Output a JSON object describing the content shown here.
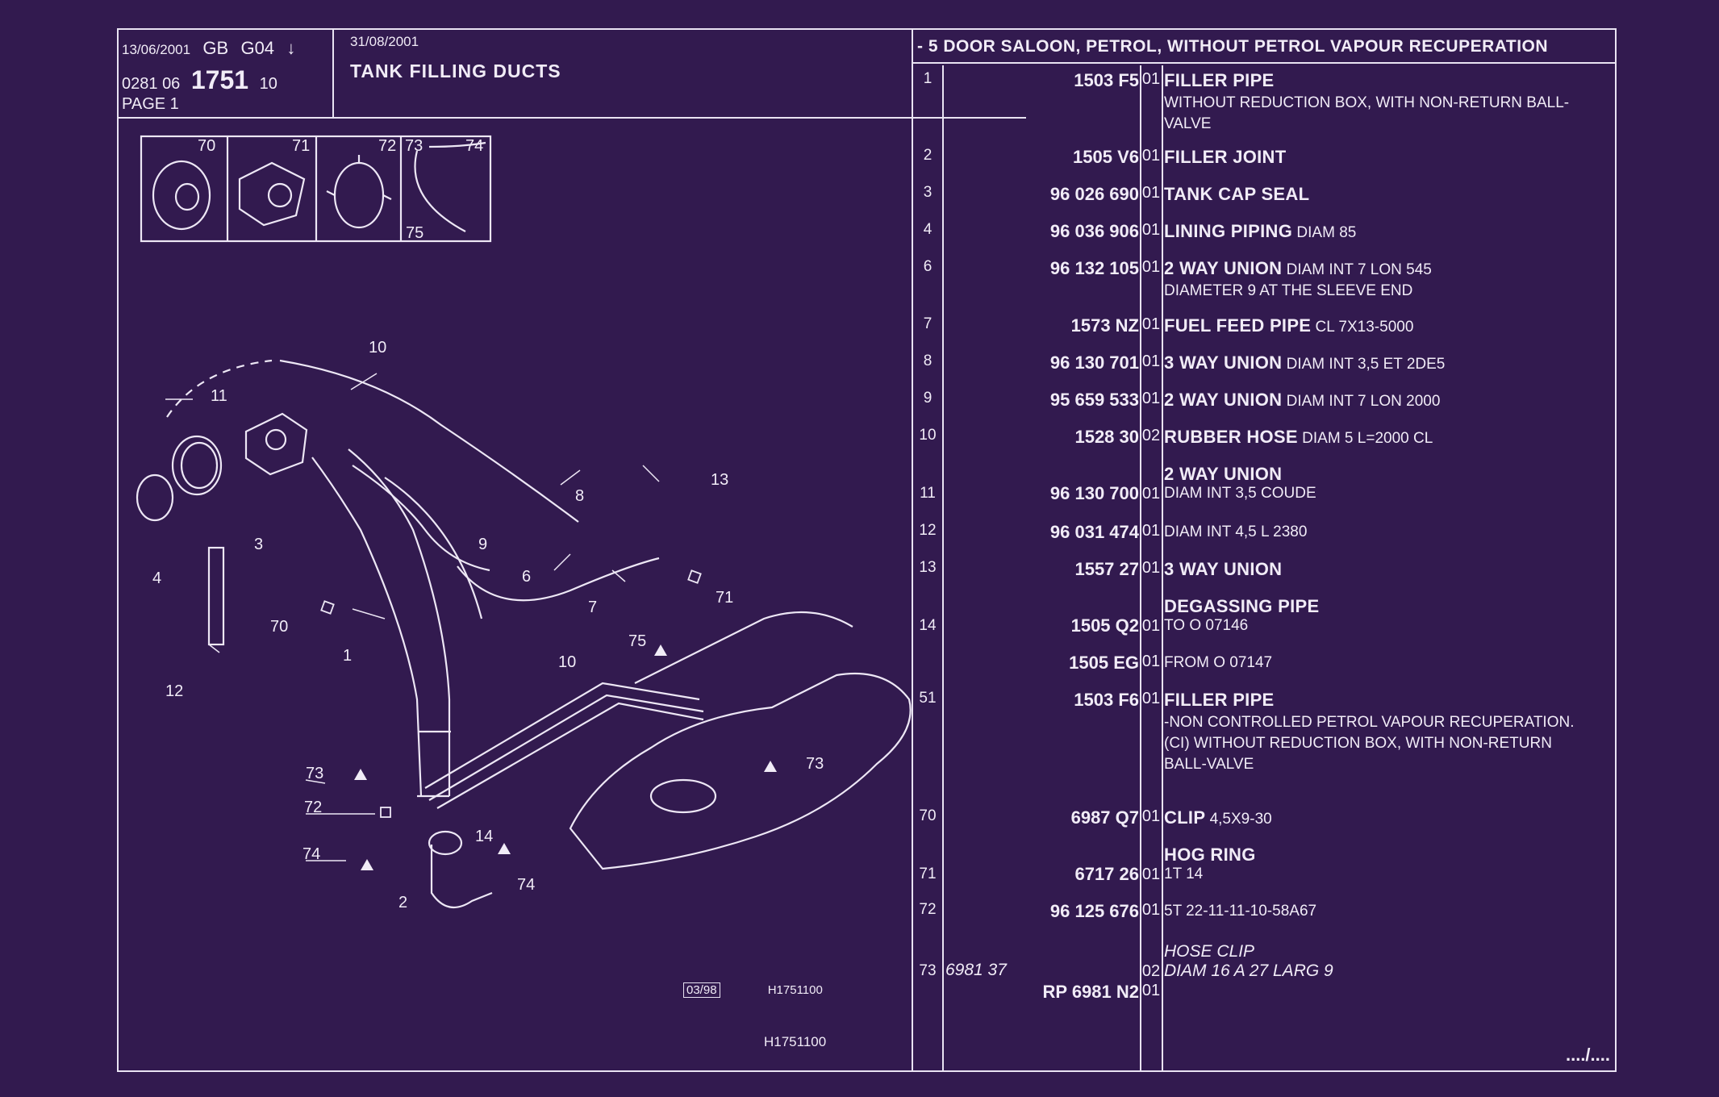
{
  "header": {
    "date1": "13/06/2001",
    "country": "GB",
    "group": "G04",
    "arrow": "↓",
    "ref_a": "0281",
    "ref_b": "06",
    "ref_main": "1751",
    "ref_c": "10",
    "page": "PAGE  1"
  },
  "title": {
    "date": "31/08/2001",
    "text": "TANK FILLING DUCTS"
  },
  "variant": "- 5 DOOR SALOON, PETROL, WITHOUT PETROL VAPOUR RECUPERATION",
  "parts": [
    {
      "ref": "1",
      "part": "1503 F5",
      "qty": "01",
      "name": "FILLER PIPE",
      "desc": "",
      "sub": "WITHOUT REDUCTION BOX, WITH NON-RETURN BALL-VALVE"
    },
    {
      "ref": "2",
      "part": "1505 V6",
      "qty": "01",
      "name": "FILLER JOINT",
      "desc": "",
      "sub": ""
    },
    {
      "ref": "3",
      "part": "96 026 690",
      "qty": "01",
      "name": "TANK CAP SEAL",
      "desc": "",
      "sub": ""
    },
    {
      "ref": "4",
      "part": "96 036 906",
      "qty": "01",
      "name": "LINING PIPING",
      "desc": " DIAM 85",
      "sub": ""
    },
    {
      "ref": "6",
      "part": "96 132 105",
      "qty": "01",
      "name": "2 WAY UNION",
      "desc": " DIAM INT 7 LON 545",
      "sub": "DIAMETER 9 AT THE SLEEVE END"
    },
    {
      "ref": "7",
      "part": "1573 NZ",
      "qty": "01",
      "name": "FUEL FEED PIPE",
      "desc": " CL 7X13-5000",
      "sub": ""
    },
    {
      "ref": "8",
      "part": "96 130 701",
      "qty": "01",
      "name": "3 WAY UNION",
      "desc": " DIAM INT 3,5 ET 2DE5",
      "sub": ""
    },
    {
      "ref": "9",
      "part": "95 659 533",
      "qty": "01",
      "name": "2 WAY UNION",
      "desc": " DIAM INT 7 LON 2000",
      "sub": ""
    },
    {
      "ref": "10",
      "part": "1528 30",
      "qty": "02",
      "name": "RUBBER HOSE",
      "desc": " DIAM 5 L=2000 CL",
      "sub": ""
    },
    {
      "ref": "11",
      "part": "96 130 700",
      "qty": "01",
      "heading": "2 WAY UNION",
      "name": "",
      "desc": "DIAM INT 3,5 COUDE",
      "sub": ""
    },
    {
      "ref": "12",
      "part": "96 031 474",
      "qty": "01",
      "name": "",
      "desc": "DIAM INT 4,5 L 2380",
      "sub": ""
    },
    {
      "ref": "13",
      "part": "1557 27",
      "qty": "01",
      "name": "3 WAY UNION",
      "desc": "",
      "sub": ""
    },
    {
      "ref": "14",
      "part": "1505 Q2",
      "qty": "01",
      "heading": "DEGASSING PIPE",
      "name": "",
      "desc": "TO  O  07146",
      "sub": ""
    },
    {
      "ref": "",
      "part": "1505 EG",
      "qty": "01",
      "name": "",
      "desc": "FROM  O  07147",
      "sub": ""
    },
    {
      "ref": "51",
      "part": "1503 F6",
      "qty": "01",
      "name": "FILLER PIPE",
      "desc": "",
      "sub": "-NON CONTROLLED PETROL VAPOUR RECUPERATION. (CI) WITHOUT REDUCTION BOX, WITH NON-RETURN BALL-VALVE"
    },
    {
      "ref": "70",
      "part": "6987 Q7",
      "qty": "01",
      "name": "CLIP",
      "desc": " 4,5X9-30",
      "sub": ""
    },
    {
      "ref": "71",
      "part": "6717 26",
      "qty": "01",
      "heading": "HOG RING",
      "name": "",
      "desc": "1T 14",
      "sub": ""
    },
    {
      "ref": "72",
      "part": "96 125 676",
      "qty": "01",
      "name": "",
      "desc": "5T 22-11-11-10-58A67",
      "sub": ""
    },
    {
      "ref": "73",
      "part_italic": "6981 37",
      "part": "",
      "qty": "02",
      "heading_italic": "HOSE CLIP",
      "name": "",
      "desc_italic": "DIAM 16 A 27 LARG 9",
      "sub": ""
    },
    {
      "ref": "",
      "part": "RP  6981 N2",
      "qty": "01",
      "name": "",
      "desc": "",
      "sub": ""
    }
  ],
  "continuation": "..../....",
  "diagram": {
    "thumb_labels": [
      "70",
      "71",
      "72",
      "73",
      "74",
      "75"
    ],
    "callouts": [
      "10",
      "11",
      "3",
      "4",
      "9",
      "8",
      "13",
      "6",
      "7",
      "71",
      "70",
      "1",
      "12",
      "75",
      "10",
      "73",
      "73",
      "72",
      "74",
      "14",
      "74",
      "2"
    ],
    "code_boxed": "03/98",
    "code_a": "H1751100",
    "code_b": "H1751100"
  },
  "colors": {
    "background": "#321a4f",
    "lines": "#e9e3f2"
  }
}
